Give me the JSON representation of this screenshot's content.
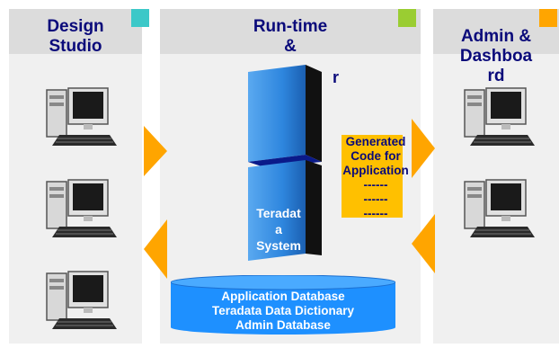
{
  "columns": {
    "design": {
      "title": "Design\nStudio",
      "accent": "#3cc8c8"
    },
    "runtime": {
      "title": "Run-time\n&",
      "title_tail": "r",
      "accent": "#9acd32"
    },
    "admin": {
      "title": "Admin &\nDashboa\nrd",
      "accent": "#ffa500"
    }
  },
  "server": {
    "label": "Teradat\na\nSystem",
    "color": "#2e86de"
  },
  "generated_code": {
    "text": "Generated\nCode for\nApplication\n------\n------\n------",
    "color": "#ffc000"
  },
  "database": {
    "lines": "Application Database\nTeradata Data Dictionary\nAdmin Database",
    "color": "#1e90ff"
  },
  "icons": {
    "computer": "desktop-computer-icon",
    "arrow": "orange-arrow"
  },
  "colors": {
    "title_text": "#0a0a7a",
    "arrow": "#ffa500",
    "panel": "#f0f0f0",
    "panel_header": "#dcdcdc"
  }
}
